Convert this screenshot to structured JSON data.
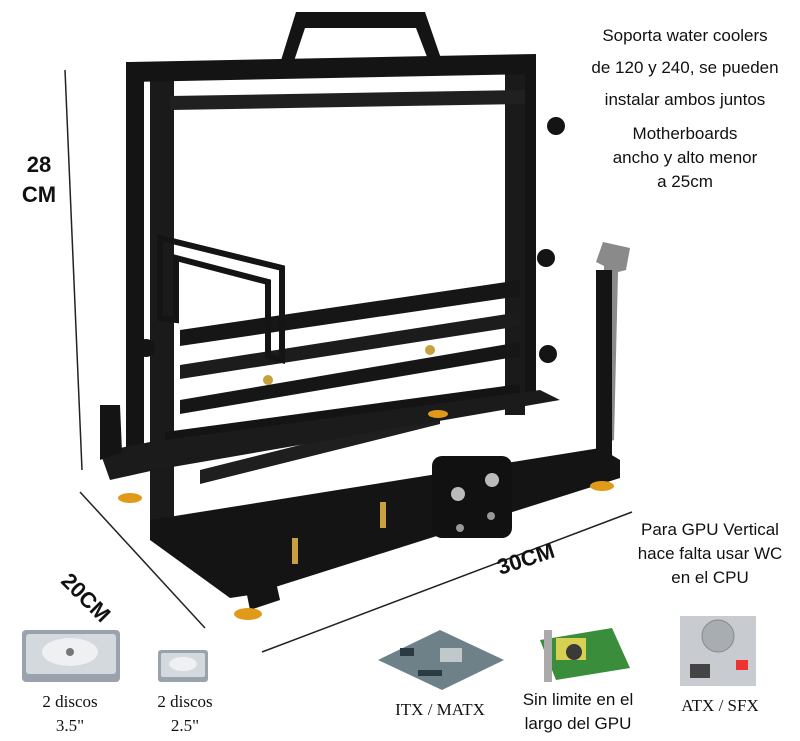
{
  "dimensions": {
    "height_line1": "28",
    "height_line2": "CM",
    "depth": "20CM",
    "width": "30CM"
  },
  "notes": {
    "watercooler": [
      "Soporta water coolers",
      "de 120 y 240, se pueden",
      "instalar ambos juntos"
    ],
    "motherboard": [
      "Motherboards",
      "ancho y alto menor",
      "a 25cm"
    ],
    "gpu_vertical": [
      "Para GPU Vertical",
      "hace falta usar WC",
      "en el CPU"
    ]
  },
  "features": [
    {
      "icon": "hard-drive-icon",
      "line1": "2 discos",
      "line2": "3.5\""
    },
    {
      "icon": "hard-drive-small-icon",
      "line1": "2 discos",
      "line2": "2.5\""
    },
    {
      "icon": "motherboard-icon",
      "line1": "ITX / MATX",
      "line2": ""
    },
    {
      "icon": "gpu-card-icon",
      "line1": "Sin limite en el",
      "line2": "largo del GPU"
    },
    {
      "icon": "power-supply-icon",
      "line1": "ATX / SFX",
      "line2": ""
    }
  ],
  "colors": {
    "frame": "#141414",
    "foot": "#e09a1a",
    "bracket": "#8a8a8a"
  }
}
